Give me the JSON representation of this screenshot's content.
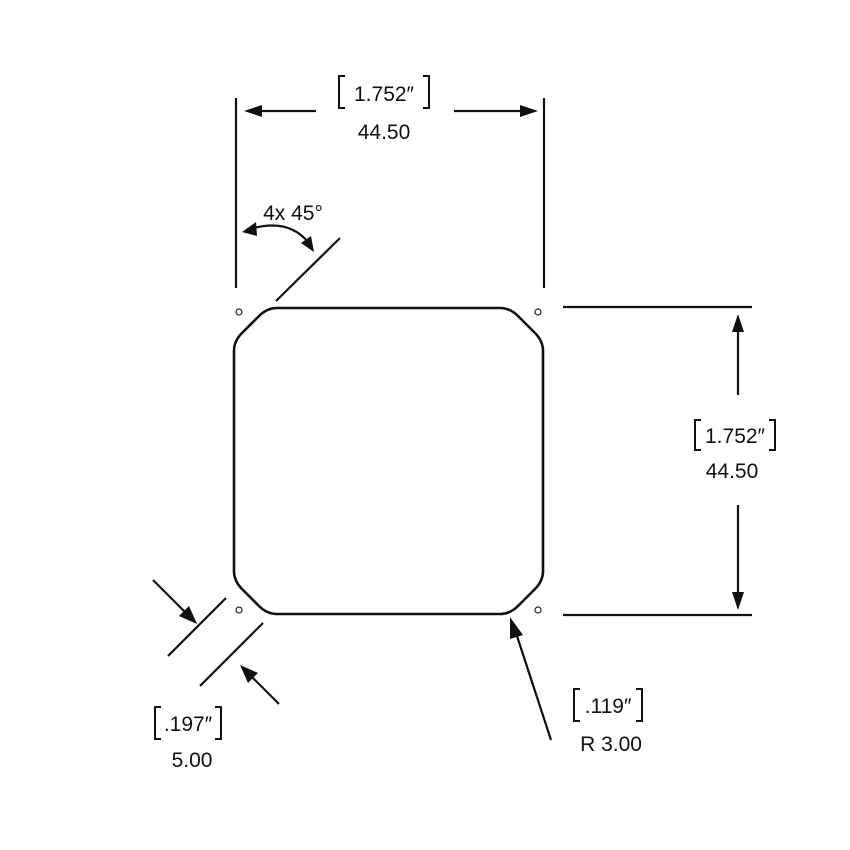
{
  "dimensions": {
    "top_width": {
      "imperial": "1.752″",
      "metric": "44.50"
    },
    "right_height": {
      "imperial": "1.752″",
      "metric": "44.50"
    },
    "chamfer_width": {
      "imperial": ".197″",
      "metric": "5.00"
    },
    "corner_radius": {
      "imperial": ".119″",
      "metric": "R 3.00"
    },
    "chamfer_angle": "4x 45°"
  },
  "colors": {
    "ink": "#111111",
    "background": "#ffffff"
  }
}
